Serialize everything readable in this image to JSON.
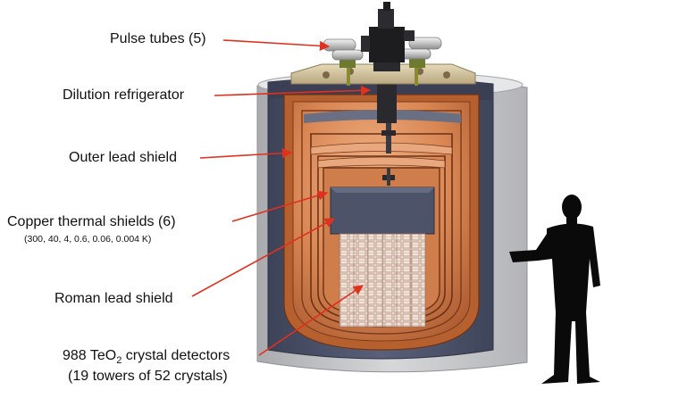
{
  "labels": {
    "pulse_tubes": "Pulse tubes (5)",
    "dilution_refrigerator": "Dilution refrigerator",
    "outer_lead_shield": "Outer lead shield",
    "copper_thermal_shields": "Copper thermal shields (6)",
    "copper_temperatures": "(300, 40, 4, 0.6, 0.06, 0.004 K)",
    "roman_lead_shield": "Roman lead shield",
    "crystal_detectors_prefix": "988 TeO",
    "crystal_detectors_subscript": "2",
    "crystal_detectors_suffix": " crystal detectors",
    "crystal_towers": "(19 towers of 52 crystals)"
  },
  "colors": {
    "arrow": "#e0301e",
    "concrete": "#c9cacc",
    "lead": "#4a4f66",
    "copper": "#c8703e",
    "copper_dark": "#8a4522",
    "plate": "#d8c9a6",
    "silhouette": "#0a0a0a"
  }
}
